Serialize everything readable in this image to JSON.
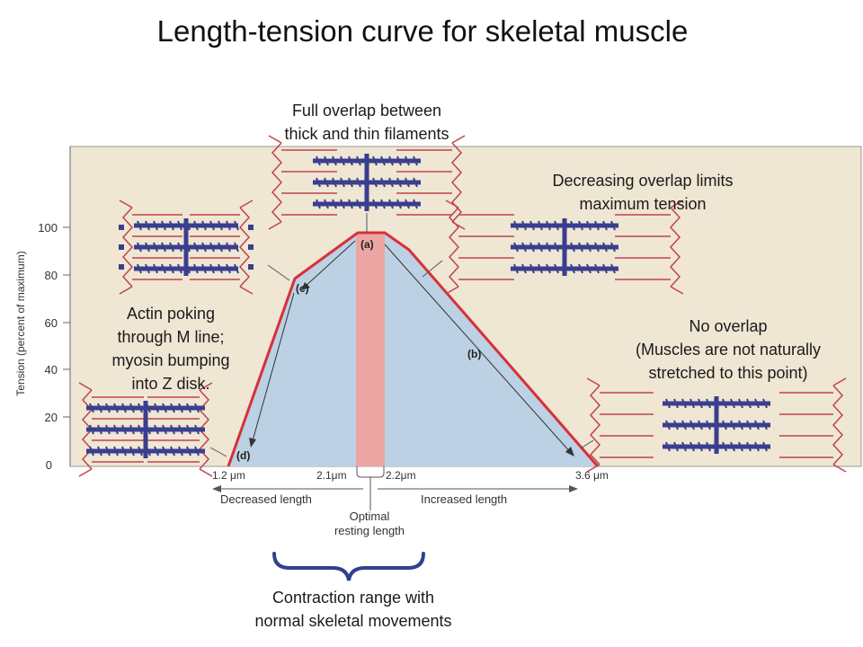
{
  "title": "Length-tension curve for skeletal muscle",
  "captions": {
    "full_overlap": [
      "Full overlap between",
      "thick and thin filaments"
    ],
    "decreasing_overlap": [
      "Decreasing overlap limits",
      "maximum tension"
    ],
    "actin_poking": [
      "Actin poking",
      "through M line;",
      "myosin bumping",
      "into Z disk."
    ],
    "no_overlap": [
      "No overlap",
      "(Muscles are not naturally",
      "stretched to this point)"
    ],
    "contraction_range": [
      "Contraction range with",
      "normal skeletal movements"
    ]
  },
  "axis": {
    "ylabel": "Tension (percent of maximum)",
    "yticks": [
      "100",
      "80",
      "60",
      "40",
      "20",
      "0"
    ],
    "xticks": [
      "1.2 μm",
      "2.1μm",
      "2.2μm",
      "3.6 μm"
    ],
    "decreased_length": "Decreased length",
    "increased_length": "Increased length",
    "optimal": [
      "Optimal",
      "resting length"
    ]
  },
  "points": [
    "(a)",
    "(b)",
    "(c)",
    "(d)"
  ],
  "colors": {
    "panel_bg": "#efe6d3",
    "curve_fill": "#bcd1e3",
    "optimal_band": "#eda5a4",
    "curve_line": "#d7303a",
    "myosin": "#3a3e8e",
    "actin": "#c0444a",
    "brace": "#33408f"
  }
}
